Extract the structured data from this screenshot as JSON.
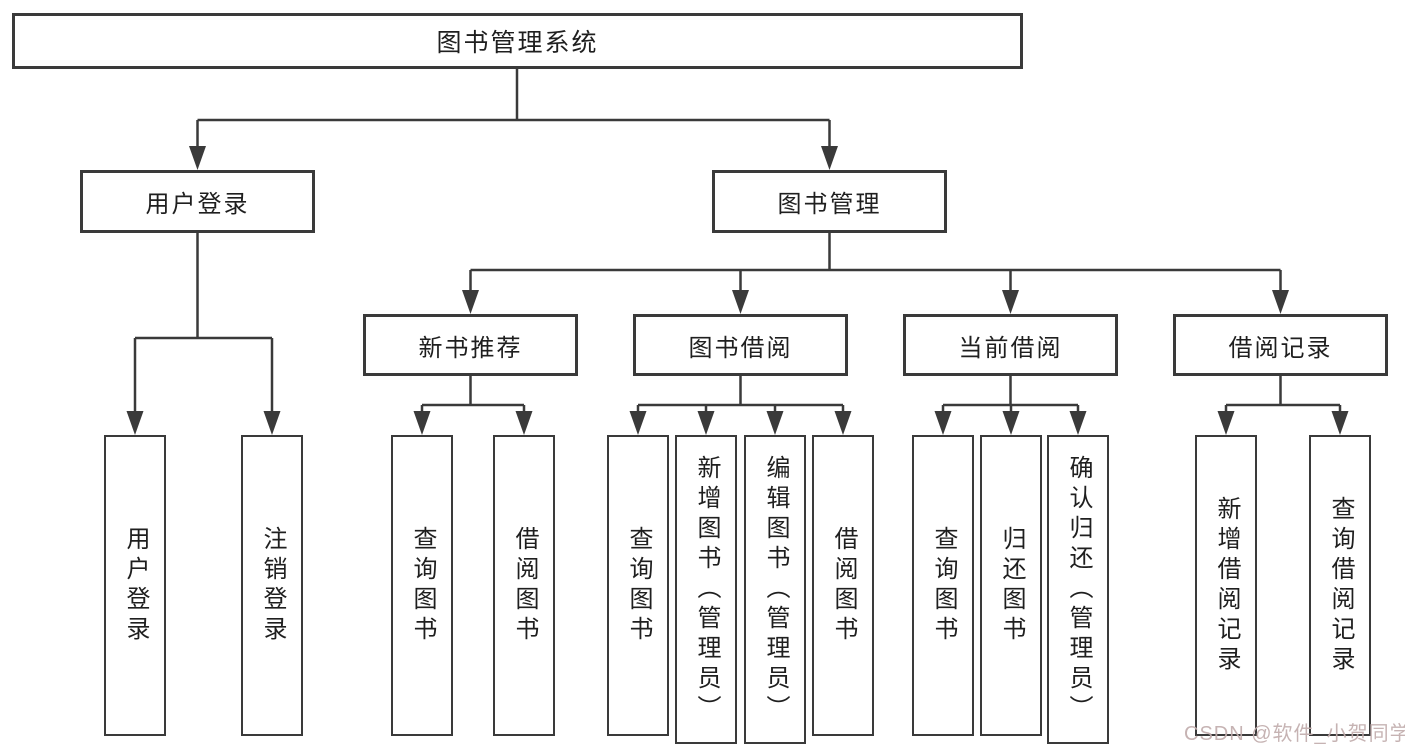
{
  "diagram": {
    "root": "图书管理系统",
    "branches": [
      {
        "label": "用户登录",
        "children": [
          "用户登录",
          "注销登录"
        ]
      },
      {
        "label": "图书管理",
        "sections": [
          {
            "label": "新书推荐",
            "children": [
              "查询图书",
              "借阅图书"
            ]
          },
          {
            "label": "图书借阅",
            "children": [
              "查询图书",
              "新增图书（管理员）",
              "编辑图书（管理员）",
              "借阅图书"
            ]
          },
          {
            "label": "当前借阅",
            "children": [
              "查询图书",
              "归还图书",
              "确认归还（管理员）"
            ]
          },
          {
            "label": "借阅记录",
            "children": [
              "新增借阅记录",
              "查询借阅记录"
            ]
          }
        ]
      }
    ]
  },
  "watermark": "CSDN @软件_小贺同学",
  "colors": {
    "line": "#3a3a3a",
    "text": "#1f1f1f",
    "background": "#ffffff",
    "watermark": "#c1adad"
  }
}
